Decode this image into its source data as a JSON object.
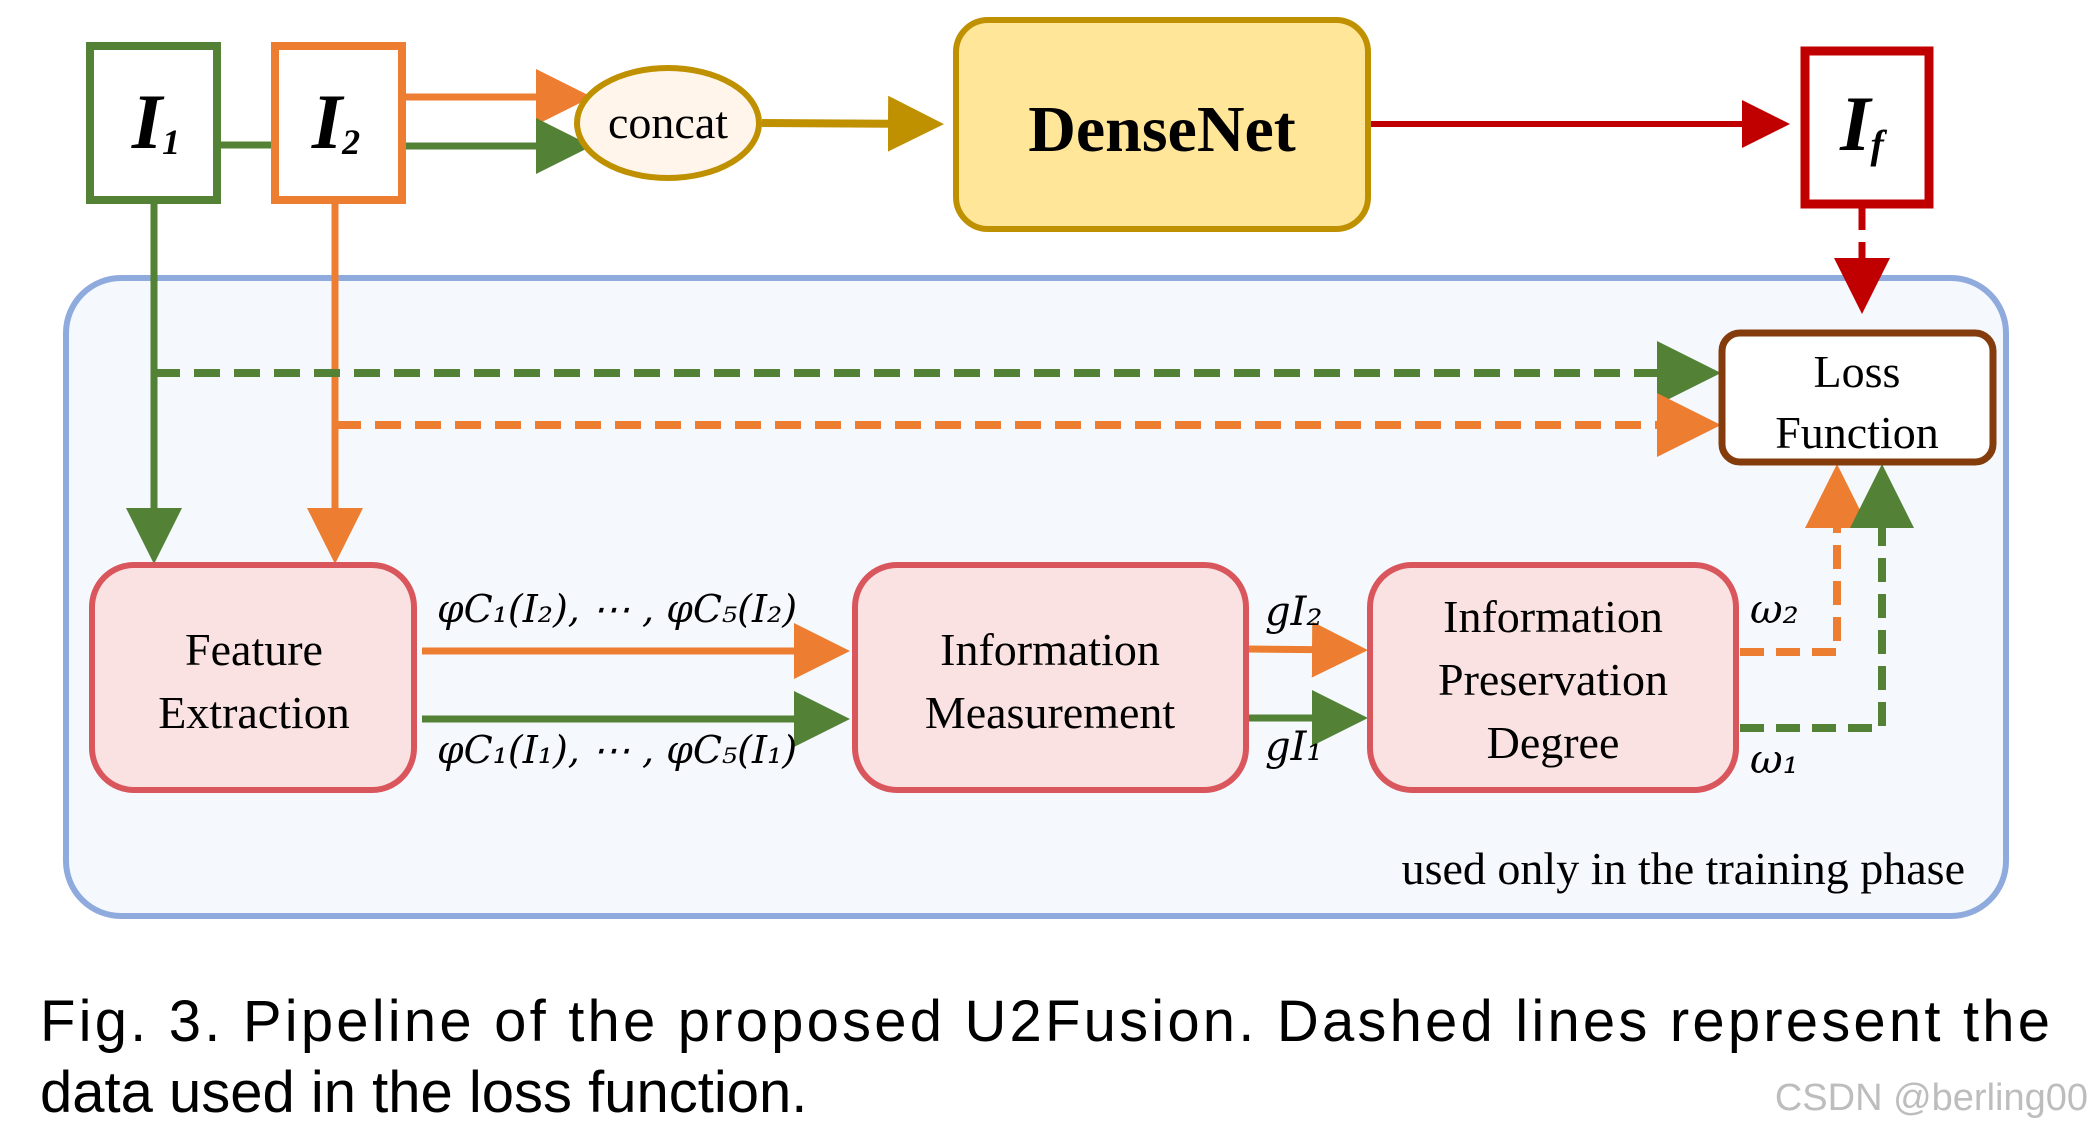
{
  "inputs": {
    "i1": {
      "main": "I",
      "sub": "1",
      "color": "#538135"
    },
    "i2": {
      "main": "I",
      "sub": "2",
      "color": "#ED7D31"
    },
    "output": {
      "main": "I",
      "sub": "f",
      "color": "#C00000"
    }
  },
  "concat_label": "concat",
  "densenet_label": "DenseNet",
  "loss": {
    "line1": "Loss",
    "line2": "Function",
    "border_color": "#843C0C"
  },
  "feature_extraction": {
    "line1": "Feature",
    "line2": "Extraction"
  },
  "info_measurement": {
    "line1": "Information",
    "line2": "Measurement"
  },
  "info_preservation": {
    "line1": "Information",
    "line2": "Preservation",
    "line3": "Degree"
  },
  "math": {
    "phi_i2": "φC₁(I₂), ⋯ , φC₅(I₂)",
    "phi_i1": "φC₁(I₁), ⋯ , φC₅(I₁)",
    "g_i2": "gI₂",
    "g_i1": "gI₁",
    "omega2": "ω₂",
    "omega1": "ω₁"
  },
  "training_note": "used only in the training phase",
  "caption": {
    "line1": "Fig. 3. Pipeline of the proposed U2Fusion. Dashed lines represent the",
    "line2": "data used in the loss function."
  },
  "watermark": "CSDN @berling00",
  "colors": {
    "green": "#538135",
    "orange": "#ED7D31",
    "red": "#C00000",
    "gold": "#BF9000",
    "densenet_fill": "#FFE699",
    "concat_fill": "#FFF5EB",
    "panel_border": "#8FAADC",
    "panel_fill": "#F5F9FD",
    "box_fill": "#FBE2E2",
    "box_border": "#D9575C"
  }
}
